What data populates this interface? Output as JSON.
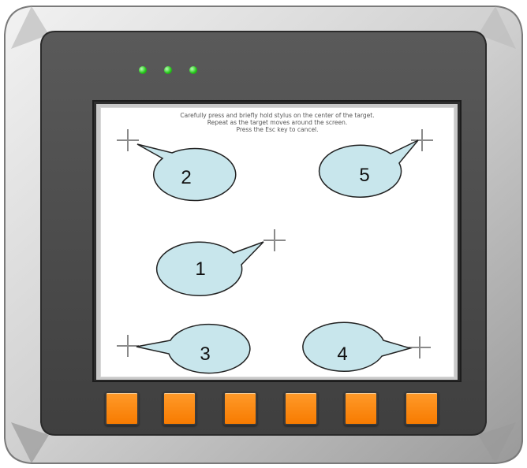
{
  "instructions": [
    "Carefully press and briefly hold stylus on the center of the target.",
    "Repeat as the target moves around the screen.",
    "Press the Esc key to cancel."
  ],
  "callouts": [
    "1",
    "2",
    "3",
    "4",
    "5"
  ],
  "colors": {
    "bezel": "#4d4d4d",
    "frame": "#d6d6d6",
    "callout_fill": "#c8e6ec",
    "button_orange": "#f98a12",
    "led_green": "#2bd11e"
  }
}
